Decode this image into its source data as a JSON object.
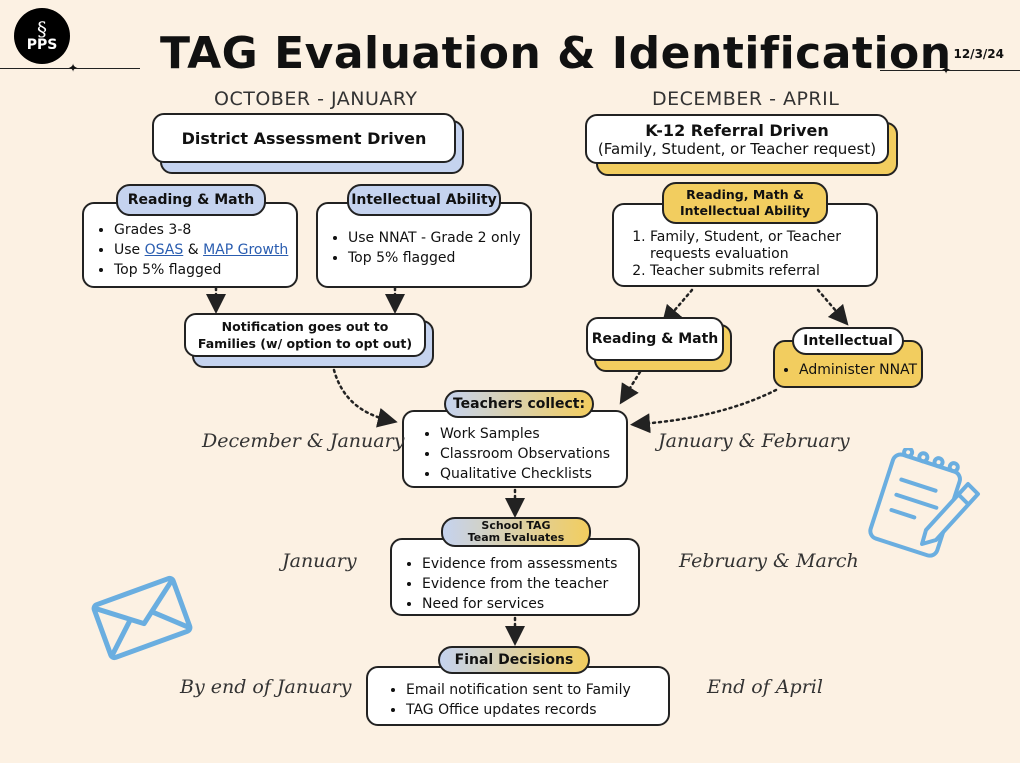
{
  "header": {
    "logo_text": "PPS",
    "title": "TAG Evaluation & Identification",
    "date": "12/3/24"
  },
  "left": {
    "period": "OCTOBER - JANUARY",
    "main_box": "District Assessment Driven",
    "reading_math": {
      "pill": "Reading & Math",
      "item1": "Grades 3-8",
      "item2_prefix": "Use ",
      "item2_link1": "OSAS",
      "item2_mid": " & ",
      "item2_link2": "MAP Growth",
      "item3": "Top 5% flagged"
    },
    "intellectual": {
      "pill": "Intellectual Ability",
      "item1": "Use NNAT - Grade 2 only",
      "item2": "Top 5% flagged"
    },
    "notification": {
      "line1": "Notification goes out  to",
      "line2": "Families (w/ option to opt out)"
    }
  },
  "right": {
    "period": "DECEMBER - APRIL",
    "main_box_title": "K-12 Referral Driven",
    "main_box_sub": "(Family, Student, or Teacher request)",
    "referral": {
      "pill_line1": "Reading, Math &",
      "pill_line2": "Intellectual Ability",
      "step1_line1": "Family, Student, or Teacher",
      "step1_line2": "requests evaluation",
      "step2": "Teacher submits referral"
    },
    "reading_math_box": "Reading & Math",
    "intellectual": {
      "pill": "Intellectual",
      "item": "Administer NNAT"
    }
  },
  "teachers_collect": {
    "pill": "Teachers collect:",
    "items": [
      "Work Samples",
      "Classroom Observations",
      "Qualitative Checklists"
    ]
  },
  "school_team": {
    "pill_line1": "School TAG",
    "pill_line2": "Team Evaluates",
    "items": [
      "Evidence from assessments",
      "Evidence from the teacher",
      "Need for services"
    ]
  },
  "final": {
    "pill": "Final Decisions",
    "items": [
      "Email notification sent to Family",
      "TAG Office updates records"
    ]
  },
  "timeline": {
    "left1": "December & January",
    "left2": "January",
    "left3": "By end of January",
    "right1": "January & February",
    "right2": "February & March",
    "right3": "End of April"
  },
  "colors": {
    "background": "#fcf1e3",
    "blue": "#c5d3ef",
    "yellow": "#f2cd5f",
    "icon_blue": "#6aaee0"
  }
}
